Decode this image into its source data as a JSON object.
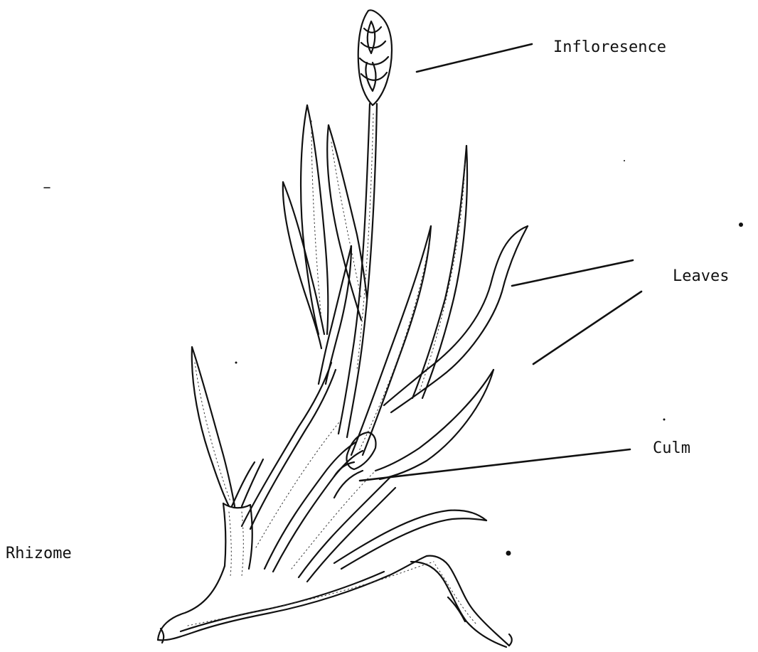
{
  "labels": {
    "inflorescence": "Infloresence",
    "leaves": "Leaves",
    "culm": "Culm",
    "rhizome": "Rhizome"
  },
  "colors": {
    "ink": "#111111",
    "background": "#ffffff"
  }
}
